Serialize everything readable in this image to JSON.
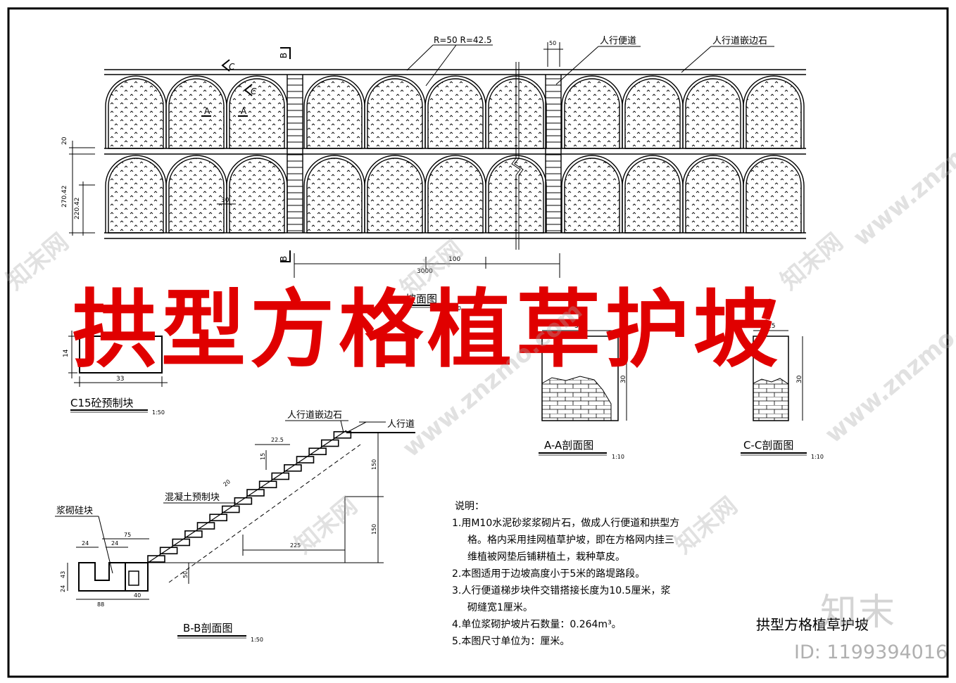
{
  "title_big": "拱型方格植草护坡",
  "slope_view": {
    "callout_radius": "R=50 R=42.5",
    "callout_walkway": "人行便道",
    "callout_curb": "人行道嵌边石",
    "dim_50": "50",
    "dim_20": "20",
    "dim_270": "270.42",
    "dim_220": "220.42",
    "dim_30": "30",
    "dim_100": "100",
    "dim_3000": "3000",
    "section_A": "A",
    "section_B": "B",
    "section_C": "C",
    "caption": "坡面图",
    "scale": "1:80"
  },
  "precast_block": {
    "dim_14": "14",
    "dim_33": "33",
    "caption": "C15砼预制块",
    "scale": "1:50"
  },
  "section_aa": {
    "dim_30_top": "30",
    "dim_30_side": "30",
    "caption": "A-A剖面图",
    "scale": "1:10"
  },
  "section_cc": {
    "dim_15": "15",
    "dim_30": "30",
    "caption": "C-C剖面图",
    "scale": "1:10"
  },
  "section_bb": {
    "label_curb": "人行道嵌边石",
    "label_walkway": "人行道",
    "label_precast": "混凝土预制块",
    "label_brick": "浆砌硅块",
    "dim_22_5": "22.5",
    "dim_15": "15",
    "dim_20": "20",
    "dim_150a": "150",
    "dim_150b": "150",
    "dim_75": "75",
    "dim_24a": "24",
    "dim_24b": "24",
    "dim_225": "225",
    "dim_50": "50",
    "dim_43": "43",
    "dim_24c": "24",
    "dim_88": "88",
    "dim_40": "40",
    "caption": "B-B剖面图",
    "scale": "1:50"
  },
  "notes": {
    "heading": "说明：",
    "lines": [
      "1.用M10水泥砂浆浆砌片石，做成人行便道和拱型方",
      "格。格内采用挂网植草护坡，即在方格网内挂三",
      "维植被网垫后铺耕植土，栽种草皮。",
      "2.本图适用于边坡高度小于5米的路堤路段。",
      "3.人行便道梯步块件交错搭接长度为10.5厘米，浆",
      "砌缝宽1厘米。",
      "4.单位浆砌护坡片石数量：0.264m³。",
      "5.本图尺寸单位为：厘米。"
    ]
  },
  "drawing_title": "拱型方格植草护坡",
  "watermark": {
    "logo": "知末",
    "id": "ID: 1199394016",
    "site": "www.znzmo.com",
    "brand": "知末网"
  }
}
